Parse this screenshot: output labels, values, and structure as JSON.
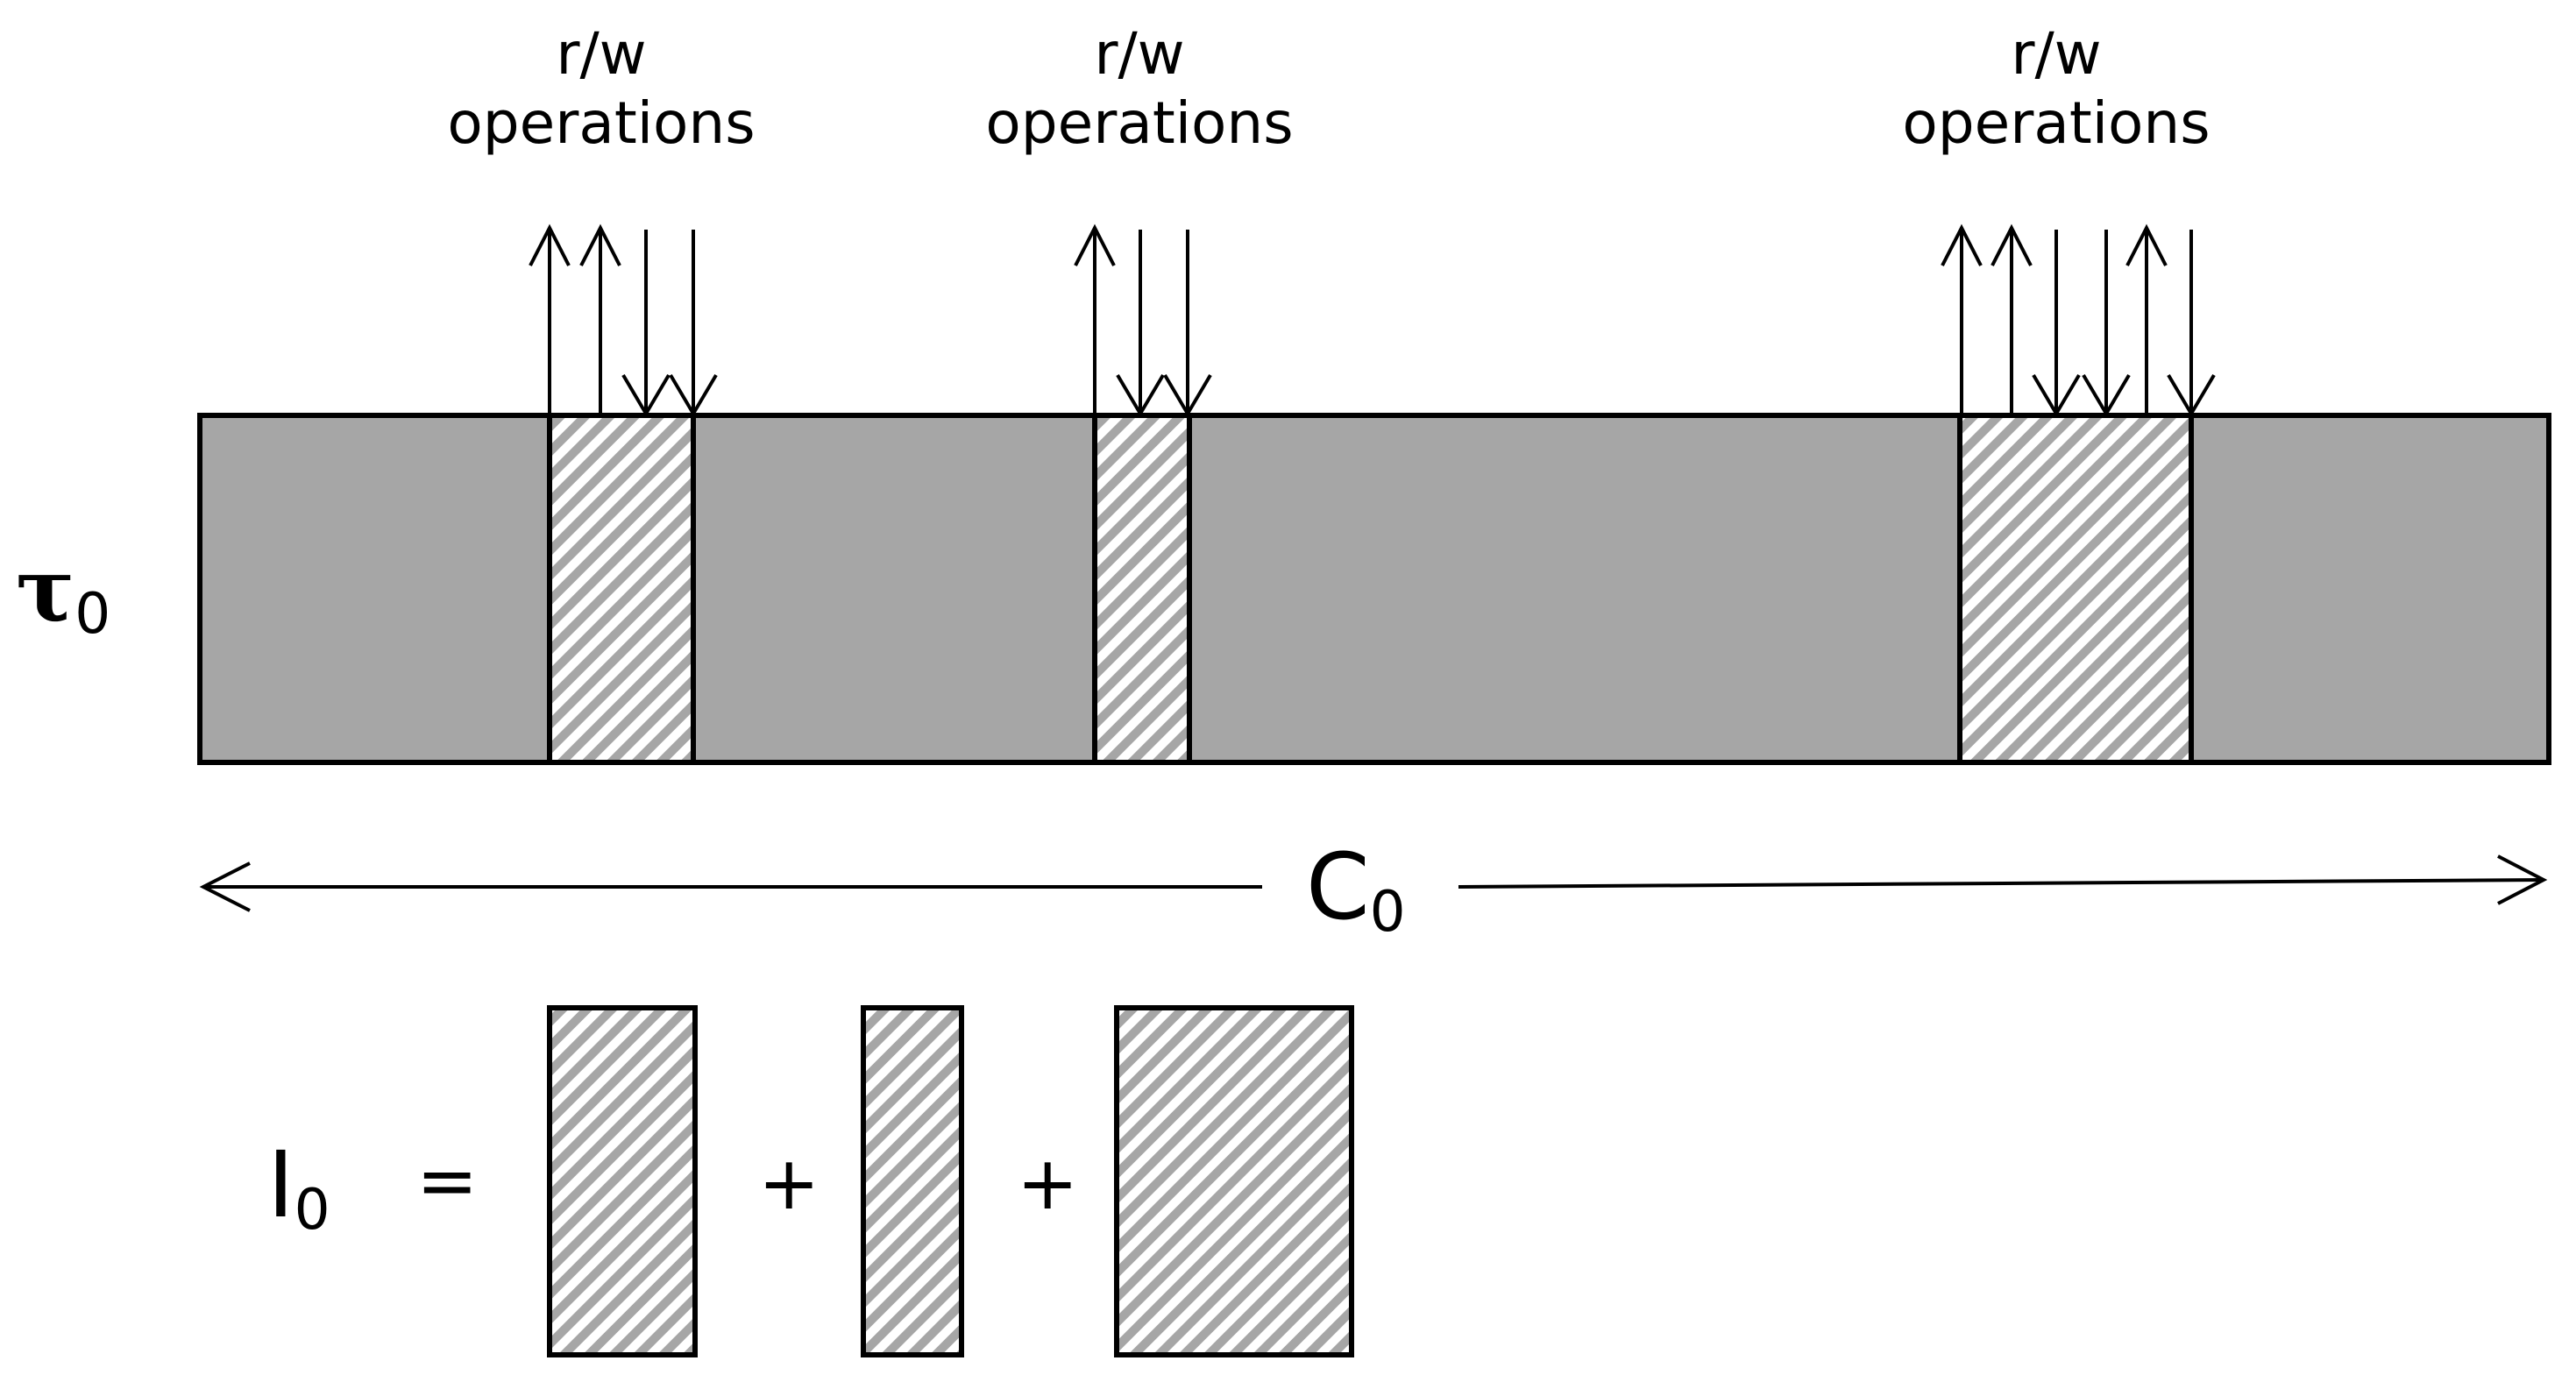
{
  "labels": {
    "ops": [
      {
        "line1": "r/w",
        "line2": "operations"
      },
      {
        "line1": "r/w",
        "line2": "operations"
      },
      {
        "line1": "r/w",
        "line2": "operations"
      }
    ],
    "task": {
      "main": "τ",
      "sub": "0"
    },
    "period": {
      "main": "C",
      "sub": "0"
    },
    "io": {
      "main": "I",
      "sub": "0"
    },
    "equals": "=",
    "plus": "+"
  },
  "colors": {
    "bar_fill": "#a6a6a6",
    "hatch_stroke": "#a6a6a6",
    "outline": "#000000",
    "background": "#ffffff"
  }
}
